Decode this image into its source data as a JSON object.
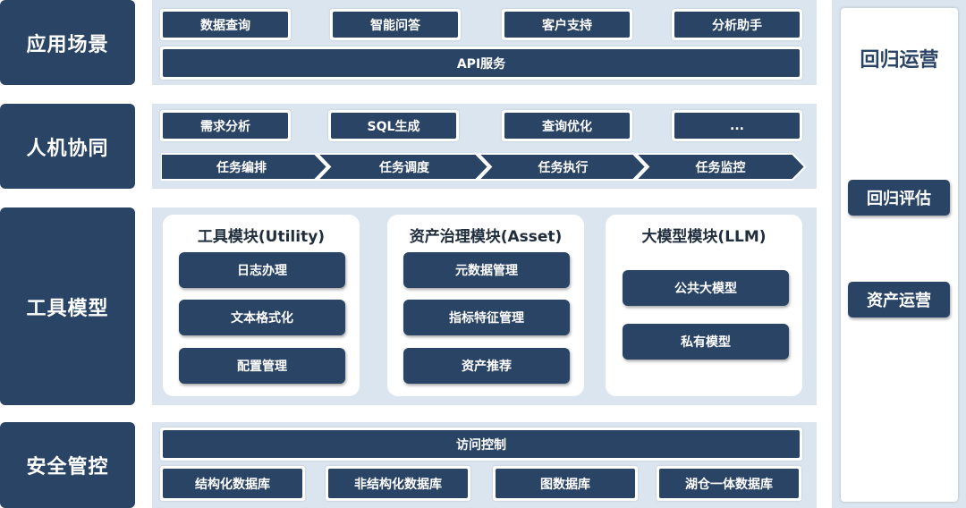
{
  "layers": {
    "application": "应用场景",
    "collaboration": "人机协同",
    "tools": "工具模型",
    "security": "安全管控"
  },
  "application": {
    "scenarios": [
      "数据查询",
      "智能问答",
      "客户支持",
      "分析助手"
    ],
    "api": "API服务"
  },
  "collaboration": {
    "items": [
      "需求分析",
      "SQL生成",
      "查询优化",
      "..."
    ],
    "flow": [
      "任务编排",
      "任务调度",
      "任务执行",
      "任务监控"
    ]
  },
  "tools": {
    "utility": {
      "title": "工具模块(Utility)",
      "items": [
        "日志办理",
        "文本格式化",
        "配置管理"
      ]
    },
    "asset": {
      "title": "资产治理模块(Asset)",
      "items": [
        "元数据管理",
        "指标特征管理",
        "资产推荐"
      ]
    },
    "llm": {
      "title": "大模型模块(LLM)",
      "items": [
        "公共大模型",
        "私有模型"
      ]
    }
  },
  "security": {
    "access": "访问控制",
    "stores": [
      "结构化数据库",
      "非结构化数据库",
      "图数据库",
      "湖仓一体数据库"
    ]
  },
  "operations": {
    "title": "回归运营",
    "items": [
      "回归评估",
      "资产运营"
    ]
  },
  "colors": {
    "primary": "#2a4466",
    "band": "#dbe5ef",
    "side_bg": "#ffffff"
  }
}
